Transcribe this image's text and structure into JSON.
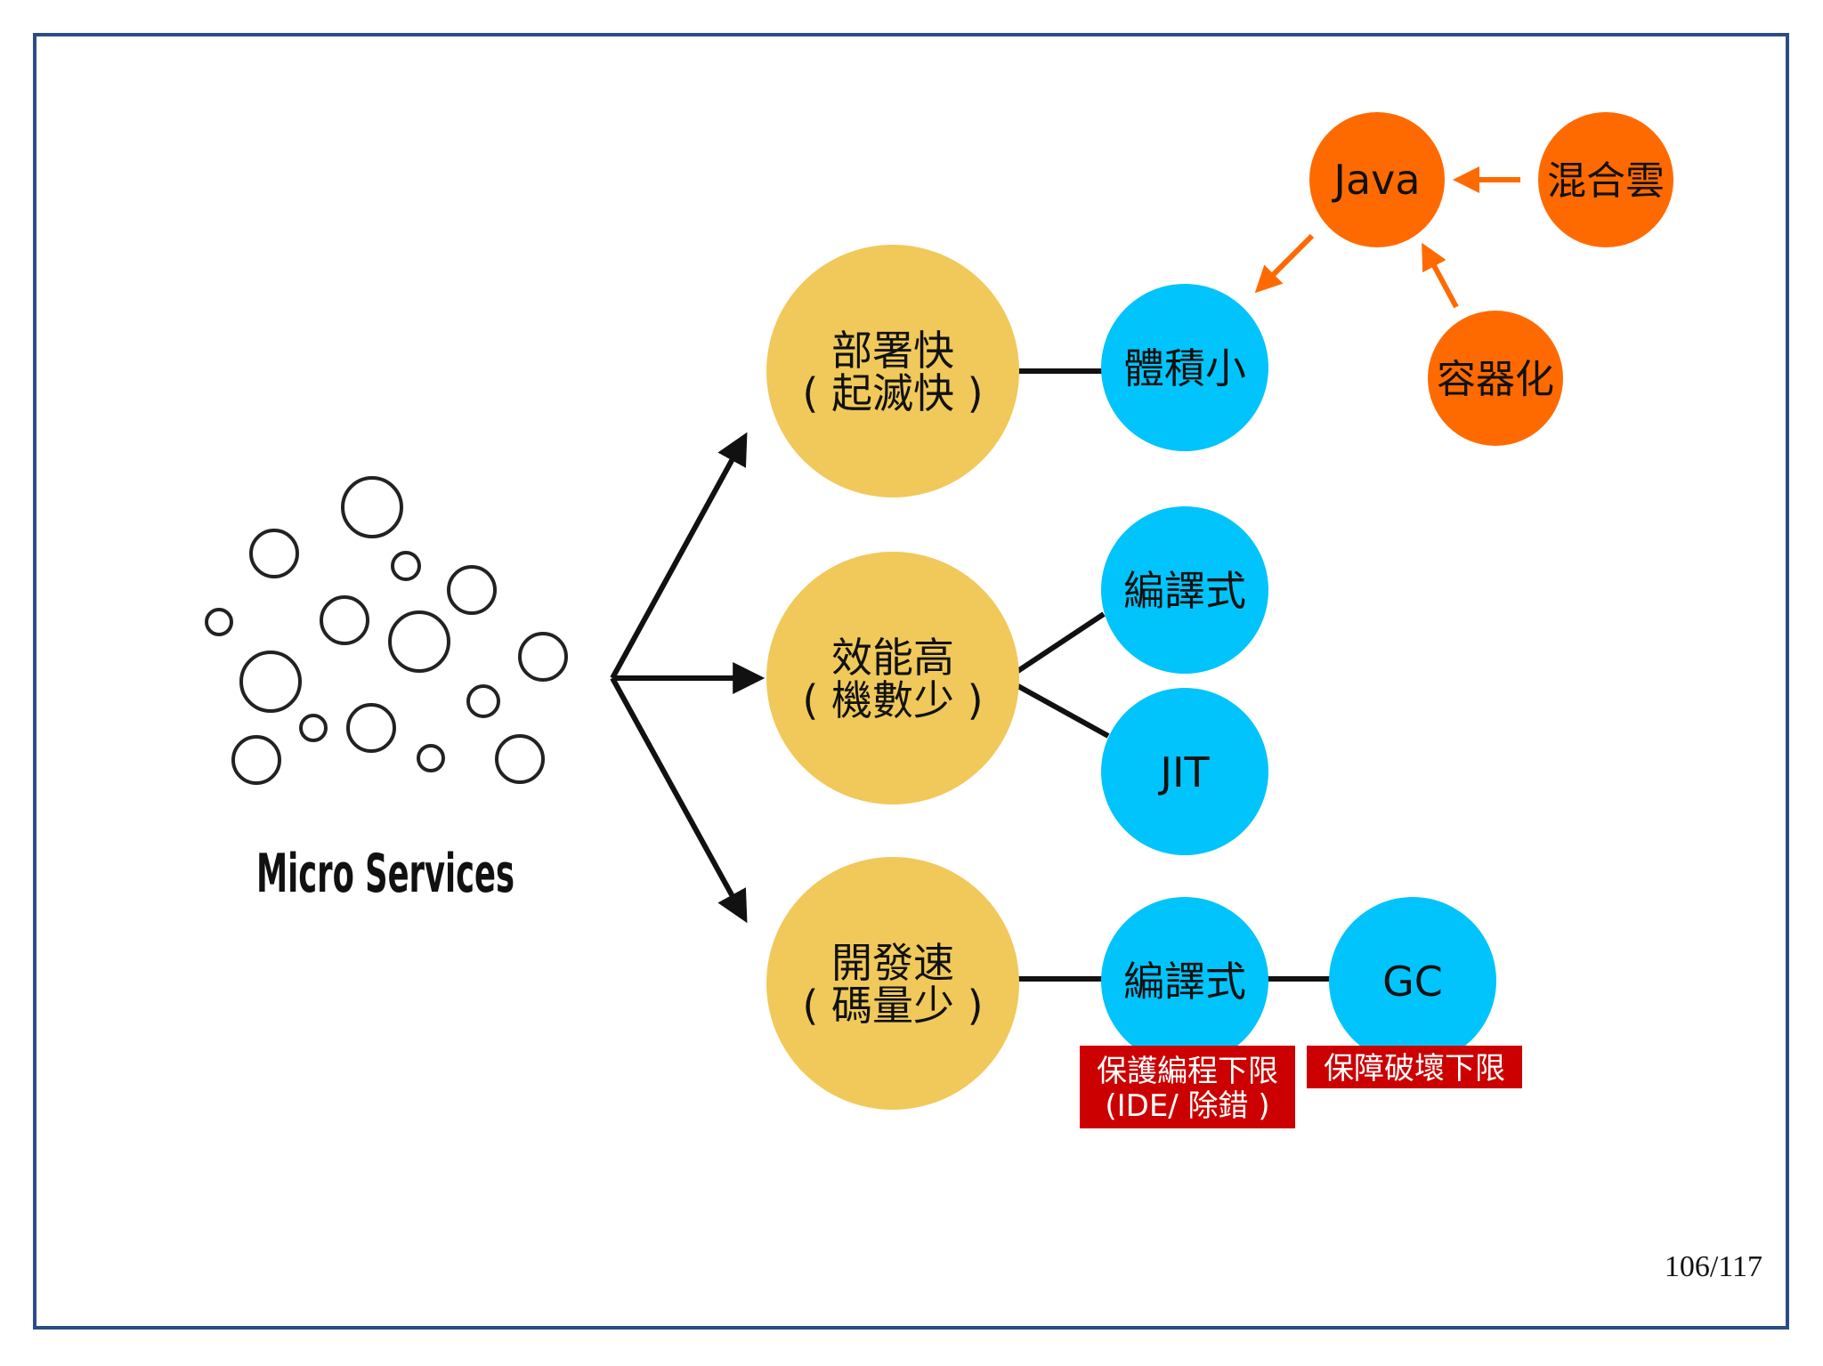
{
  "colors": {
    "frame": "#2c4c86",
    "yellow": "#f0c95a",
    "blue": "#00c4fb",
    "orange": "#ff6a00",
    "note_bg": "#cc0000",
    "connector": "#111111",
    "orange_arrow": "#ff6a00"
  },
  "microservices": {
    "title": "Micro Services",
    "icon": "bubbles-icon"
  },
  "nodes": {
    "deploy": {
      "line1": "部署快",
      "line2": "( 起滅快 )"
    },
    "perf": {
      "line1": "效能高",
      "line2": "( 機數少 )"
    },
    "dev": {
      "line1": "開發速",
      "line2": "( 碼量少 )"
    },
    "size": "體積小",
    "compiled_top": "編譯式",
    "jit": "JIT",
    "compiled_bottom": "編譯式",
    "gc": "GC",
    "java": "Java",
    "hybrid": "混合雲",
    "container": "容器化"
  },
  "notes": {
    "compiled": {
      "line1": "保護編程下限",
      "line2": "(IDE/ 除錯 )"
    },
    "gc": "保障破壞下限"
  },
  "page_number": "106/117"
}
